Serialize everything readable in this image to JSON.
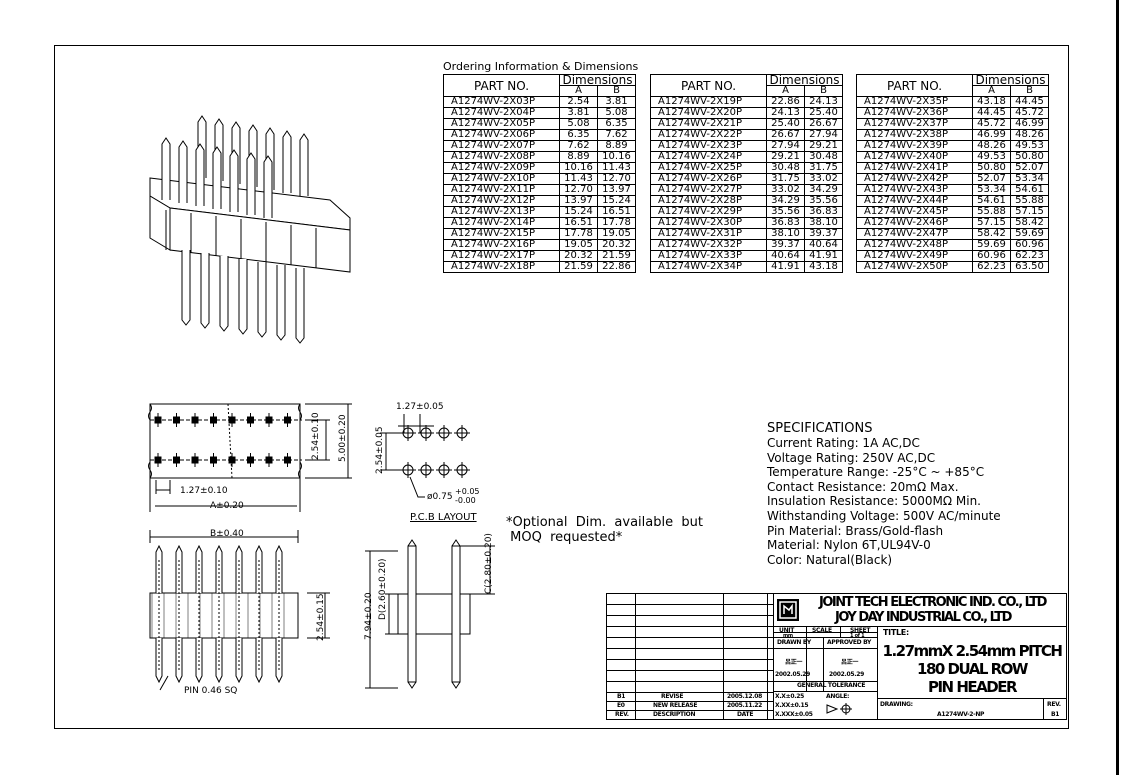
{
  "ordering": {
    "title": "Ordering Information  &  Dimensions",
    "header_part": "PART NO.",
    "header_dims": "Dimensions",
    "header_a": "A",
    "header_b": "B",
    "columns": [
      [
        [
          "A1274WV-2X03P",
          "2.54",
          "3.81"
        ],
        [
          "A1274WV-2X04P",
          "3.81",
          "5.08"
        ],
        [
          "A1274WV-2X05P",
          "5.08",
          "6.35"
        ],
        [
          "A1274WV-2X06P",
          "6.35",
          "7.62"
        ],
        [
          "A1274WV-2X07P",
          "7.62",
          "8.89"
        ],
        [
          "A1274WV-2X08P",
          "8.89",
          "10.16"
        ],
        [
          "A1274WV-2X09P",
          "10.16",
          "11.43"
        ],
        [
          "A1274WV-2X10P",
          "11.43",
          "12.70"
        ],
        [
          "A1274WV-2X11P",
          "12.70",
          "13.97"
        ],
        [
          "A1274WV-2X12P",
          "13.97",
          "15.24"
        ],
        [
          "A1274WV-2X13P",
          "15.24",
          "16.51"
        ],
        [
          "A1274WV-2X14P",
          "16.51",
          "17.78"
        ],
        [
          "A1274WV-2X15P",
          "17.78",
          "19.05"
        ],
        [
          "A1274WV-2X16P",
          "19.05",
          "20.32"
        ],
        [
          "A1274WV-2X17P",
          "20.32",
          "21.59"
        ],
        [
          "A1274WV-2X18P",
          "21.59",
          "22.86"
        ]
      ],
      [
        [
          "A1274WV-2X19P",
          "22.86",
          "24.13"
        ],
        [
          "A1274WV-2X20P",
          "24.13",
          "25.40"
        ],
        [
          "A1274WV-2X21P",
          "25.40",
          "26.67"
        ],
        [
          "A1274WV-2X22P",
          "26.67",
          "27.94"
        ],
        [
          "A1274WV-2X23P",
          "27.94",
          "29.21"
        ],
        [
          "A1274WV-2X24P",
          "29.21",
          "30.48"
        ],
        [
          "A1274WV-2X25P",
          "30.48",
          "31.75"
        ],
        [
          "A1274WV-2X26P",
          "31.75",
          "33.02"
        ],
        [
          "A1274WV-2X27P",
          "33.02",
          "34.29"
        ],
        [
          "A1274WV-2X28P",
          "34.29",
          "35.56"
        ],
        [
          "A1274WV-2X29P",
          "35.56",
          "36.83"
        ],
        [
          "A1274WV-2X30P",
          "36.83",
          "38.10"
        ],
        [
          "A1274WV-2X31P",
          "38.10",
          "39.37"
        ],
        [
          "A1274WV-2X32P",
          "39.37",
          "40.64"
        ],
        [
          "A1274WV-2X33P",
          "40.64",
          "41.91"
        ],
        [
          "A1274WV-2X34P",
          "41.91",
          "43.18"
        ]
      ],
      [
        [
          "A1274WV-2X35P",
          "43.18",
          "44.45"
        ],
        [
          "A1274WV-2X36P",
          "44.45",
          "45.72"
        ],
        [
          "A1274WV-2X37P",
          "45.72",
          "46.99"
        ],
        [
          "A1274WV-2X38P",
          "46.99",
          "48.26"
        ],
        [
          "A1274WV-2X39P",
          "48.26",
          "49.53"
        ],
        [
          "A1274WV-2X40P",
          "49.53",
          "50.80"
        ],
        [
          "A1274WV-2X41P",
          "50.80",
          "52.07"
        ],
        [
          "A1274WV-2X42P",
          "52.07",
          "53.34"
        ],
        [
          "A1274WV-2X43P",
          "53.34",
          "54.61"
        ],
        [
          "A1274WV-2X44P",
          "54.61",
          "55.88"
        ],
        [
          "A1274WV-2X45P",
          "55.88",
          "57.15"
        ],
        [
          "A1274WV-2X46P",
          "57.15",
          "58.42"
        ],
        [
          "A1274WV-2X47P",
          "58.42",
          "59.69"
        ],
        [
          "A1274WV-2X48P",
          "59.69",
          "60.96"
        ],
        [
          "A1274WV-2X49P",
          "60.96",
          "62.23"
        ],
        [
          "A1274WV-2X50P",
          "62.23",
          "63.50"
        ]
      ]
    ]
  },
  "drawing": {
    "dim_pitch": "1.27±0.10",
    "dim_a": "A±0.20",
    "dim_b": "B±0.40",
    "dim_row": "2.54±0.10",
    "dim_width": "5.00±0.20",
    "dim_height": "2.54±0.15",
    "pin_note": "PIN 0.46 SQ",
    "dim_total": "7.94±0.20",
    "dim_d": "D(2.60±0.20)",
    "dim_c": "C(2.80±0.20)"
  },
  "pcb": {
    "dim_pitch": "1.27±0.05",
    "dim_row": "2.54±0.05",
    "hole": "ø0.75",
    "tol_plus": "+0.05",
    "tol_minus": "-0.00",
    "title": "P.C.B  LAYOUT"
  },
  "optional_note": "*Optional  Dim.  available  but\n MOQ  requested*",
  "specifications": {
    "title": "SPECIFICATIONS",
    "lines": [
      "Current Rating:  1A AC,DC",
      "Voltage Rating:  250V AC,DC",
      "Temperature  Range:  -25°C  ~  +85°C",
      "Contact  Resistance:  20mΩ  Max.",
      "Insulation  Resistance:  5000MΩ  Min.",
      "Withstanding  Voltage:  500V AC/minute",
      "Pin  Material:  Brass/Gold-flash",
      "Material:  Nylon  6T,UL94V-0",
      "Color:  Natural(Black)"
    ]
  },
  "title_block": {
    "company1": "JOINT  TECH ELECTRONIC IND.  CO.,  LTD",
    "company2": "JOY  DAY  INDUSTRIAL  CO.,  LTD",
    "unit_label": "UNIT",
    "unit_value": "mm",
    "scale_label": "SCALE",
    "sheet_label": "SHEET",
    "sheet_value": "1 of 1",
    "drawn_by": "DRAWN BY",
    "approved_by": "APPROVED BY",
    "drawn_name": "呂正一",
    "approved_name": "呂正一",
    "drawn_date": "2002.05.29",
    "approved_date": "2002.05.29",
    "general_tolerance": "GENERAL  TOLERANCE",
    "tol1": "X.X±0.25",
    "tol2": "X.XX±0.15",
    "tol3": "X.XXX±0.05",
    "angle": "ANGLE:",
    "title_label": "TITLE:",
    "title_lines": [
      "1.27mmX 2.54mm PITCH",
      "180 DUAL  ROW",
      "PIN HEADER"
    ],
    "drawing_no_label": "DRAWING:",
    "drawing_no": "A1274WV-2-NP",
    "rev_label": "REV.",
    "rev_value": "B1",
    "rev_rows": [
      [
        "B1",
        "REVISE",
        "2005.12.08"
      ],
      [
        "E0",
        "NEW RELEASE",
        "2005.11.22"
      ],
      [
        "REV.",
        "DESCRIPTION",
        "DATE"
      ]
    ]
  }
}
